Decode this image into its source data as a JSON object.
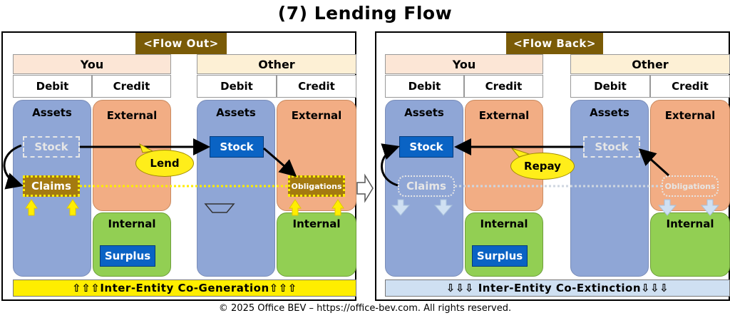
{
  "title": "(7) Lending Flow",
  "left": {
    "tag": "<Flow Out>",
    "you": "You",
    "other": "Other",
    "debit": "Debit",
    "credit": "Credit",
    "assets": "Assets",
    "external": "External",
    "internal": "Internal",
    "stock": "Stock",
    "claims": "Claims",
    "obligations": "Obligations",
    "surplus": "Surplus",
    "bubble": "Lend",
    "bar": "⇧⇧⇧Inter-Entity Co-Generation⇧⇧⇧"
  },
  "right": {
    "tag": "<Flow Back>",
    "you": "You",
    "other": "Other",
    "debit": "Debit",
    "credit": "Credit",
    "assets": "Assets",
    "external": "External",
    "internal": "Internal",
    "stock": "Stock",
    "claims": "Claims",
    "obligations": "Obligations",
    "surplus": "Surplus",
    "bubble": "Repay",
    "bar": "⇩⇩⇩ Inter-Entity Co-Extinction⇩⇩⇩"
  },
  "footer": "© 2025 Office BEV – https://office-bev.com. All rights reserved.",
  "colors": {
    "asset_blue": "#8fa6d6",
    "external_orange": "#f2ad84",
    "internal_green": "#92cf53",
    "stock_blue": "#0a63c4",
    "tag_brown": "#7a5b07",
    "highlight_yellow": "#ffee00"
  }
}
